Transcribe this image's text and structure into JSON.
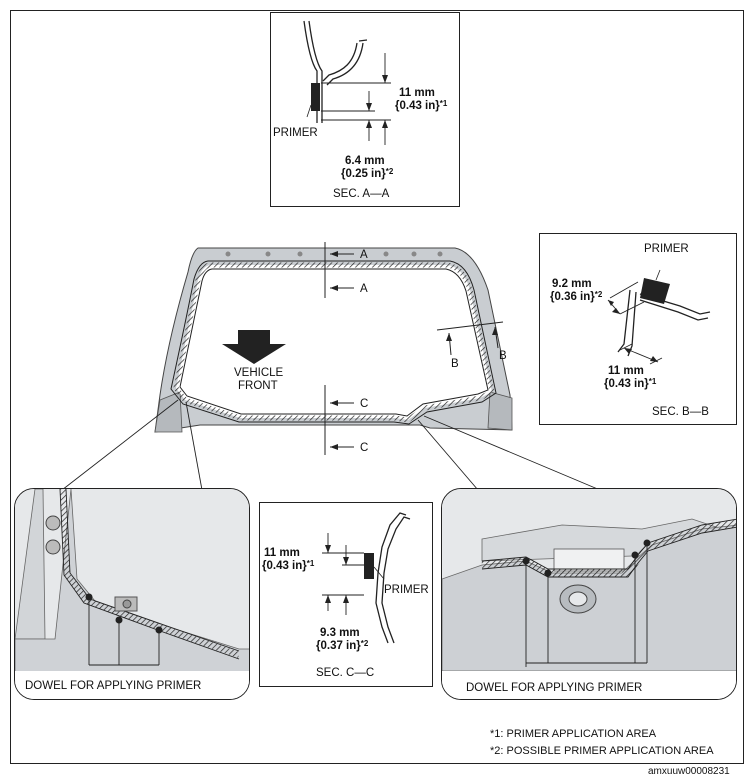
{
  "sec_aa": {
    "dim1_mm": "11 mm",
    "dim1_in": "{0.43 in}",
    "dim1_note": "*1",
    "primer": "PRIMER",
    "dim2_mm": "6.4 mm",
    "dim2_in": "{0.25 in}",
    "dim2_note": "*2",
    "title": "SEC. A—A"
  },
  "sec_bb": {
    "primer": "PRIMER",
    "dim1_mm": "9.2 mm",
    "dim1_in": "{0.36 in}",
    "dim1_note": "*2",
    "dim2_mm": "11 mm",
    "dim2_in": "{0.43 in}",
    "dim2_note": "*1",
    "title": "SEC. B—B"
  },
  "sec_cc": {
    "dim1_mm": "11 mm",
    "dim1_in": "{0.43 in}",
    "dim1_note": "*1",
    "primer": "PRIMER",
    "dim2_mm": "9.3 mm",
    "dim2_in": "{0.37 in}",
    "dim2_note": "*2",
    "title": "SEC. C—C"
  },
  "windshield": {
    "vehicle_front_1": "VEHICLE",
    "vehicle_front_2": "FRONT",
    "cut_a": "A",
    "cut_b": "B",
    "cut_c": "C"
  },
  "detail_left": {
    "caption": "DOWEL FOR APPLYING PRIMER"
  },
  "detail_right": {
    "caption": "DOWEL FOR APPLYING PRIMER"
  },
  "notes": {
    "note1": "*1: PRIMER APPLICATION AREA",
    "note2": "*2: POSSIBLE PRIMER APPLICATION AREA"
  },
  "figure_id": "amxuuw00008231"
}
